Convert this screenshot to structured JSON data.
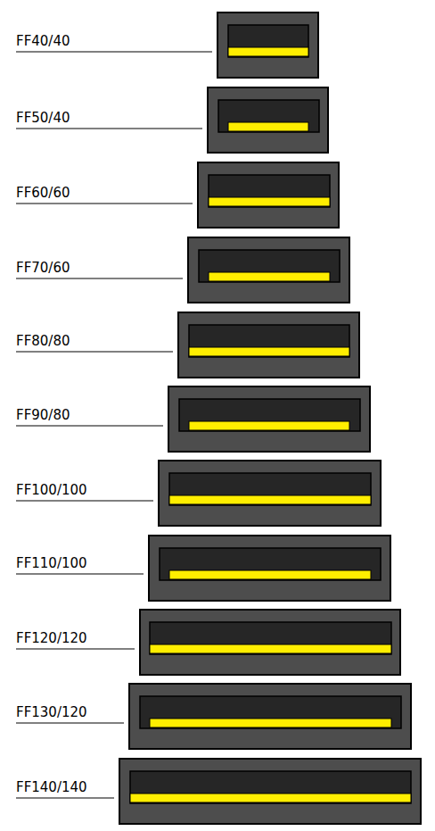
{
  "diagram": {
    "labels": [
      "FF40/40",
      "FF50/40",
      "FF60/60",
      "FF70/60",
      "FF80/80",
      "FF90/80",
      "FF100/100",
      "FF110/100",
      "FF120/120",
      "FF130/120",
      "FF140/140"
    ]
  }
}
